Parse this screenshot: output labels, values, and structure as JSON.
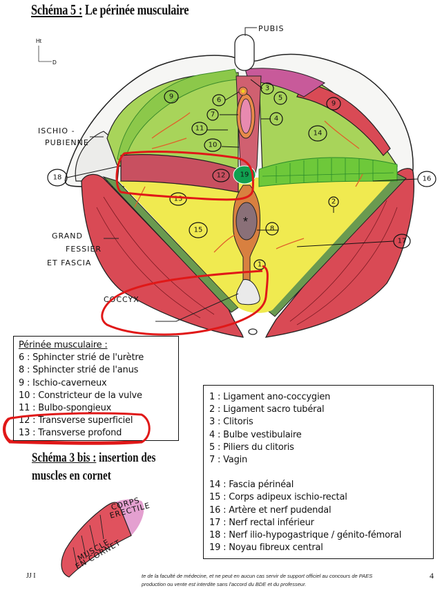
{
  "title": {
    "prefix": "Schéma 5 :",
    "text": " Le périnée musculaire"
  },
  "orientation": {
    "up": "Ht",
    "right": "D"
  },
  "diagram_labels": {
    "pubis": "PUBIS",
    "ischio_pubienne_line1": "ISCHIO -",
    "ischio_pubienne_line2": "PUBIENNE",
    "grand_fessier_line1": "GRAND",
    "grand_fessier_line2": "FESSIER",
    "grand_fessier_line3": "ET FASCIA",
    "coccyx": "COCCYX",
    "numbers": [
      "1",
      "2",
      "3",
      "4",
      "5",
      "6",
      "7",
      "8",
      "9",
      "9",
      "10",
      "11",
      "12",
      "13",
      "14",
      "15",
      "16",
      "17",
      "18",
      "19"
    ]
  },
  "highlight_color": "#e01818",
  "legend_left": {
    "heading": "Périnée musculaire :",
    "items": [
      {
        "num": "6",
        "label": "Sphincter strié de l'urètre"
      },
      {
        "num": "8",
        "label": "Sphincter strié de l'anus"
      },
      {
        "num": "9",
        "label": "Ischio-caverneux"
      },
      {
        "num": "10",
        "label": "Constricteur de la vulve"
      },
      {
        "num": "11",
        "label": "Bulbo-spongieux"
      },
      {
        "num": "12",
        "label": "Transverse superficiel"
      },
      {
        "num": "13",
        "label": "Transverse profond"
      }
    ]
  },
  "legend_right": {
    "group1": [
      {
        "num": "1",
        "label": "Ligament ano-coccygien"
      },
      {
        "num": "2",
        "label": "Ligament sacro tubéral"
      },
      {
        "num": "3",
        "label": "Clitoris"
      },
      {
        "num": "4",
        "label": "Bulbe vestibulaire"
      },
      {
        "num": "5",
        "label": "Piliers du clitoris"
      },
      {
        "num": "7",
        "label": "Vagin"
      }
    ],
    "group2": [
      {
        "num": "14",
        "label": "Fascia périnéal"
      },
      {
        "num": "15",
        "label": "Corps adipeux ischio-rectal"
      },
      {
        "num": "16",
        "label": "Artère et nerf pudendal"
      },
      {
        "num": "17",
        "label": "Nerf rectal inférieur"
      },
      {
        "num": "18",
        "label": "Nerf ilio-hypogastrique / génito-fémoral"
      },
      {
        "num": "19",
        "label": "Noyau fibreux central"
      }
    ]
  },
  "subtitle": {
    "prefix": "Schéma 3 bis :",
    "text": " insertion des muscles en cornet"
  },
  "sketch_labels": {
    "corps_line1": "CORPS",
    "corps_line2": "ERECTILE",
    "muscle_line1": "MUSCLE",
    "muscle_line2": "EN CORNET"
  },
  "footer": {
    "left": "JJ I",
    "note_line1": "te de la faculté de médecine, et ne peut en aucun cas servir de support officiel au concours de PAES",
    "note_line2": "production ou vente est interdite sans l'accord du BDE et du professeur.",
    "page": "4"
  }
}
